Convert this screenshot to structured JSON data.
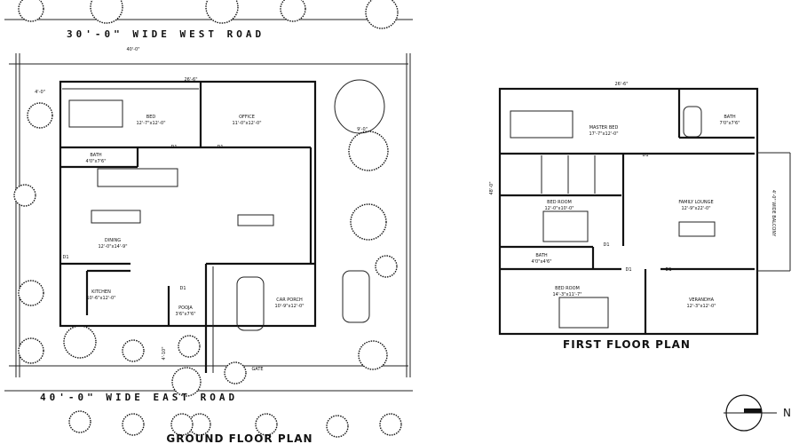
{
  "ground_floor": {
    "title": "GROUND FLOOR PLAN",
    "west_road": "30'-0\" WIDE WEST ROAD",
    "east_road": "40'-0\" WIDE EAST ROAD",
    "dims": {
      "top": "26'-6\"",
      "plot_top": "40'-0\"",
      "side": "9'-0\"",
      "front": "4'-10\"",
      "left": "4'-0\""
    },
    "gate": "GATE",
    "rooms": [
      {
        "name": "BED",
        "size": "12'-7\"x12'-0\""
      },
      {
        "name": "OFFICE",
        "size": "11'-0\"x12'-0\""
      },
      {
        "name": "BATH",
        "size": "4'0\"x7'6\""
      },
      {
        "name": "DINING",
        "size": "12'-0\"x14'-9\""
      },
      {
        "name": "KITCHEN",
        "size": "10'-6\"x12'-0\""
      },
      {
        "name": "POOJA",
        "size": "3'6\"x7'6\""
      },
      {
        "name": "CAR PORCH",
        "size": "10'-9\"x12'-0\""
      }
    ],
    "door_label": "D1"
  },
  "first_floor": {
    "title": "FIRST FLOOR PLAN",
    "dims": {
      "top": "26'-6\"",
      "left": "48'-0\""
    },
    "balcony": "4'-0\" WIDE BALCONY",
    "rooms": [
      {
        "name": "MASTER BED",
        "size": "17'-7\"x12'-0\""
      },
      {
        "name": "BATH",
        "size": "7'0\"x7'6\""
      },
      {
        "name": "FAMILY LOUNGE",
        "size": "12'-9\"x22'-0\""
      },
      {
        "name": "BED ROOM",
        "size": "12'-0\"x10'-0\""
      },
      {
        "name": "BATH",
        "size": "4'0\"x4'6\""
      },
      {
        "name": "BED ROOM",
        "size": "14'-3\"x11'-7\""
      },
      {
        "name": "VERANDHA",
        "size": "12'-3\"x12'-0\""
      }
    ],
    "door_label": "D1"
  },
  "compass": {
    "label": "N",
    "icon": "north-arrow-icon"
  },
  "colors": {
    "line": "#111111",
    "background": "#ffffff"
  }
}
